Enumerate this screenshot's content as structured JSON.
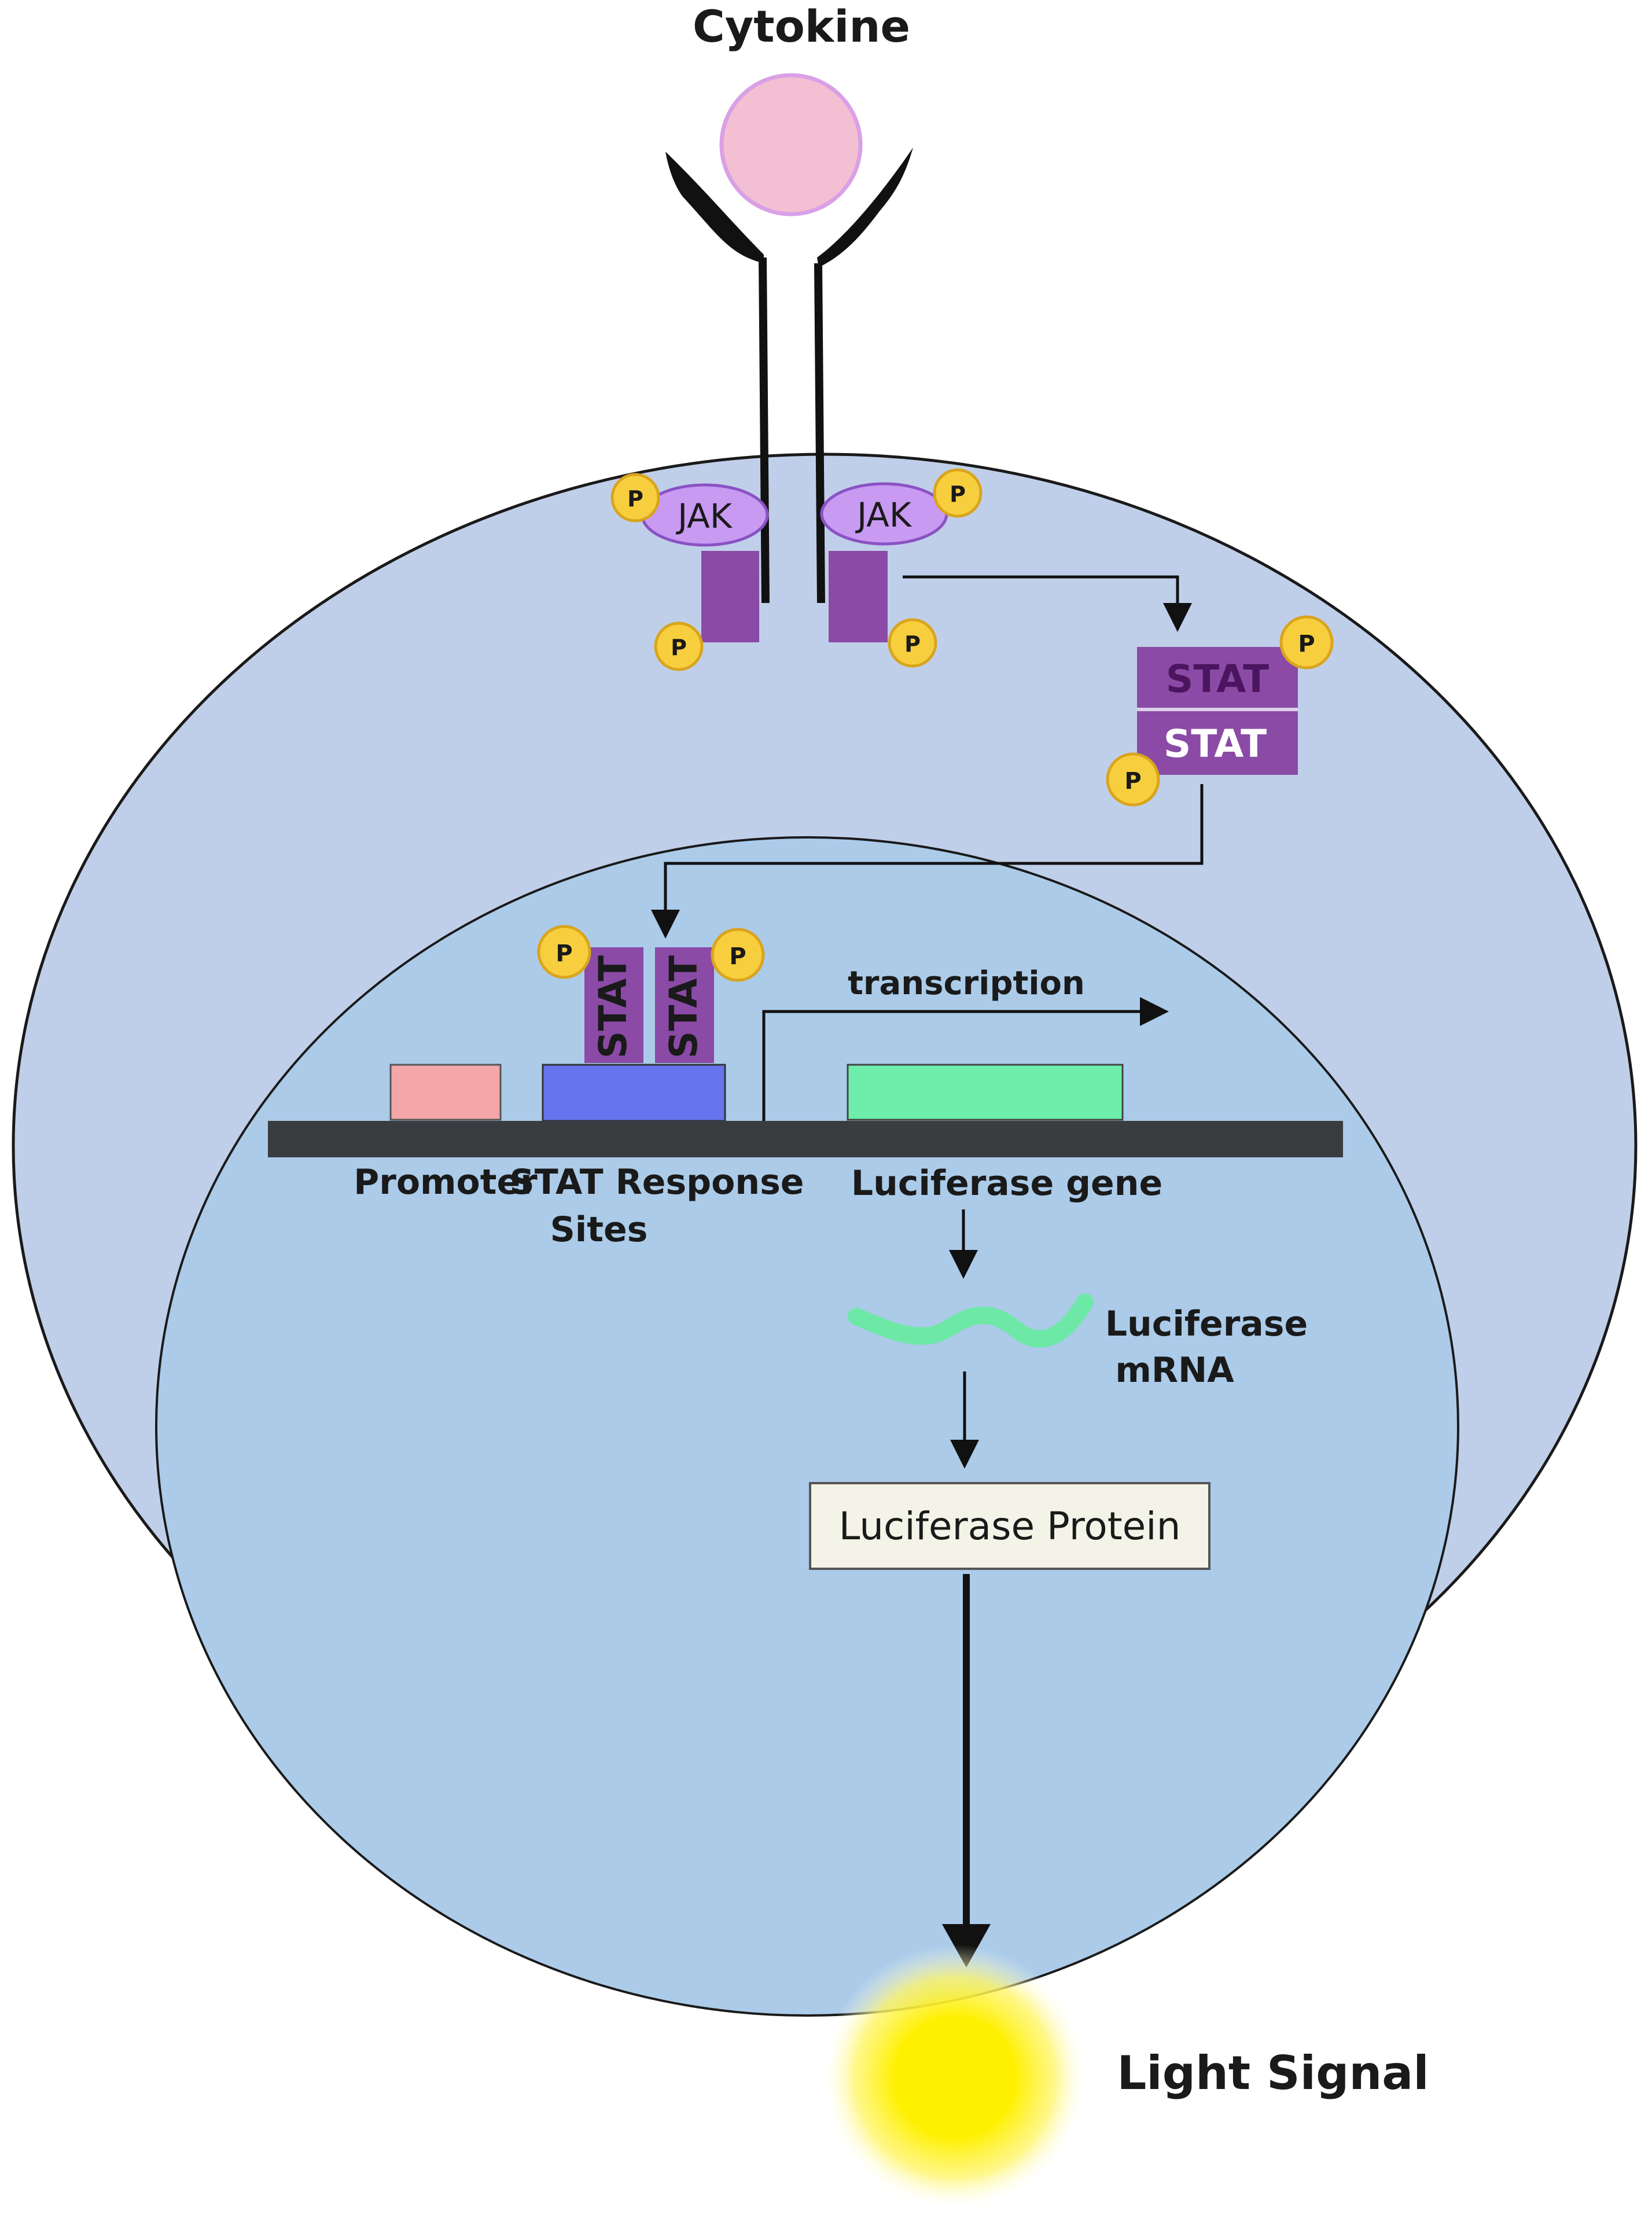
{
  "labels": {
    "cytokine": "Cytokine",
    "jak": "JAK",
    "stat": "STAT",
    "phospho": "P",
    "transcription": "transcription",
    "promoter": "Promoter",
    "stat_response_line1": "STAT Response",
    "stat_response_line2": "Sites",
    "luciferase_gene": "Luciferase gene",
    "luciferase_mrna_line1": "Luciferase",
    "luciferase_mrna_line2": "mRNA",
    "luciferase_protein": "Luciferase Protein",
    "light_signal": "Light Signal"
  },
  "colors": {
    "cytokine_fill": "#f2bfd3",
    "cytokine_stroke": "#d9a0e6",
    "cell": "#c0cfe9",
    "nucleus": "#abcbe9",
    "jak_fill": "#c89af2",
    "jak_stroke": "#8a52c4",
    "stat_fill": "#8a4aa6",
    "stat_text_light": "#ffffff",
    "stat_text_dark": "#4b1560",
    "phospho_fill": "#f7cf3e",
    "phospho_stroke": "#d9a41e",
    "promoter": "#f3a7a8",
    "stat_response_site": "#6674ee",
    "luciferase_gene": "#6eeeaa",
    "mrna": "#6ee8a6",
    "dna": "#3a3d40",
    "protein_box": "#f3f3e7",
    "light": "#fff000"
  }
}
